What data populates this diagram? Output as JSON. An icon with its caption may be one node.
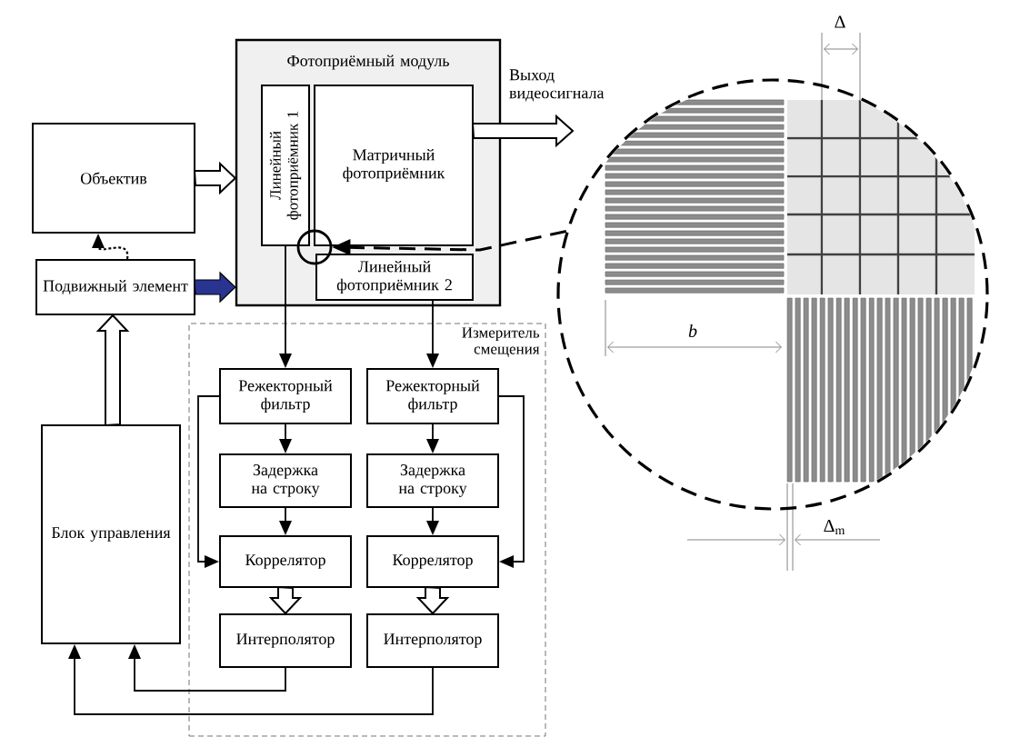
{
  "diagram": {
    "nodes": [
      {
        "text": [
          "Фотоприёмный модуль"
        ]
      },
      {
        "text": [
          "Линейный фотоприёмник 1"
        ],
        "in": 0
      },
      {
        "text": [
          "Матричный фотоприёмник"
        ],
        "in": 0
      },
      {
        "text": [
          "Линейный фотоприёмник 2"
        ],
        "in": 0
      },
      {
        "text": [
          "Объектив"
        ]
      },
      {
        "text": [
          "Подвижный элемент"
        ]
      },
      {
        "text": [
          "Измеритель смещения"
        ]
      },
      {
        "text": [
          "Режекторный фильтр"
        ],
        "in": 6
      },
      {
        "text": [
          "Режекторный фильтр"
        ],
        "in": 6
      },
      {
        "text": [
          "Задержка на строку"
        ],
        "in": 6
      },
      {
        "text": [
          "Задержка на строку"
        ],
        "in": 6
      },
      {
        "text": [
          "Коррелятор"
        ],
        "in": 6
      },
      {
        "text": [
          "Коррелятор"
        ],
        "in": 6
      },
      {
        "text": [
          "Интерполятор"
        ],
        "in": 6
      },
      {
        "text": [
          "Интерполятор"
        ],
        "in": 6
      },
      {
        "text": [
          "Блок управления"
        ]
      },
      {
        "text": [],
        "shape": "circle",
        "in": 0
      },
      {
        "text": [],
        "shape": "circle"
      }
    ],
    "edges": [
      {
        "from": 4,
        "to": 0,
        "arrow": "to",
        "style": "thick"
      },
      {
        "from": 5,
        "to": 0,
        "arrow": "to",
        "style": "thick",
        "color": "#28348f"
      },
      {
        "from": 5,
        "to": 4,
        "arrow": "to",
        "style": "dashed"
      },
      {
        "from": 15,
        "to": 5,
        "arrow": "to",
        "style": "thick"
      },
      {
        "from": 2,
        "to": null,
        "arrow": "to",
        "style": "thick",
        "label": "Выход видеосигнала"
      },
      {
        "from": 17,
        "to": 16,
        "arrow": "to",
        "style": "dashed"
      },
      {
        "from": 1,
        "to": 7,
        "arrow": "to"
      },
      {
        "from": 3,
        "to": 8,
        "arrow": "to"
      },
      {
        "from": 7,
        "to": 9,
        "arrow": "to"
      },
      {
        "from": 8,
        "to": 10,
        "arrow": "to"
      },
      {
        "from": 9,
        "to": 11,
        "arrow": "to"
      },
      {
        "from": 10,
        "to": 12,
        "arrow": "to"
      },
      {
        "from": 7,
        "to": 11,
        "arrow": "to"
      },
      {
        "from": 8,
        "to": 12,
        "arrow": "to"
      },
      {
        "from": 11,
        "to": 13,
        "arrow": "to",
        "style": "thick"
      },
      {
        "from": 12,
        "to": 14,
        "arrow": "to",
        "style": "thick"
      },
      {
        "from": 13,
        "to": 15,
        "arrow": "to"
      },
      {
        "from": 14,
        "to": 15,
        "arrow": "to"
      }
    ],
    "labels": [
      "Δ",
      "b",
      "Δ$_{m}$"
    ]
  }
}
